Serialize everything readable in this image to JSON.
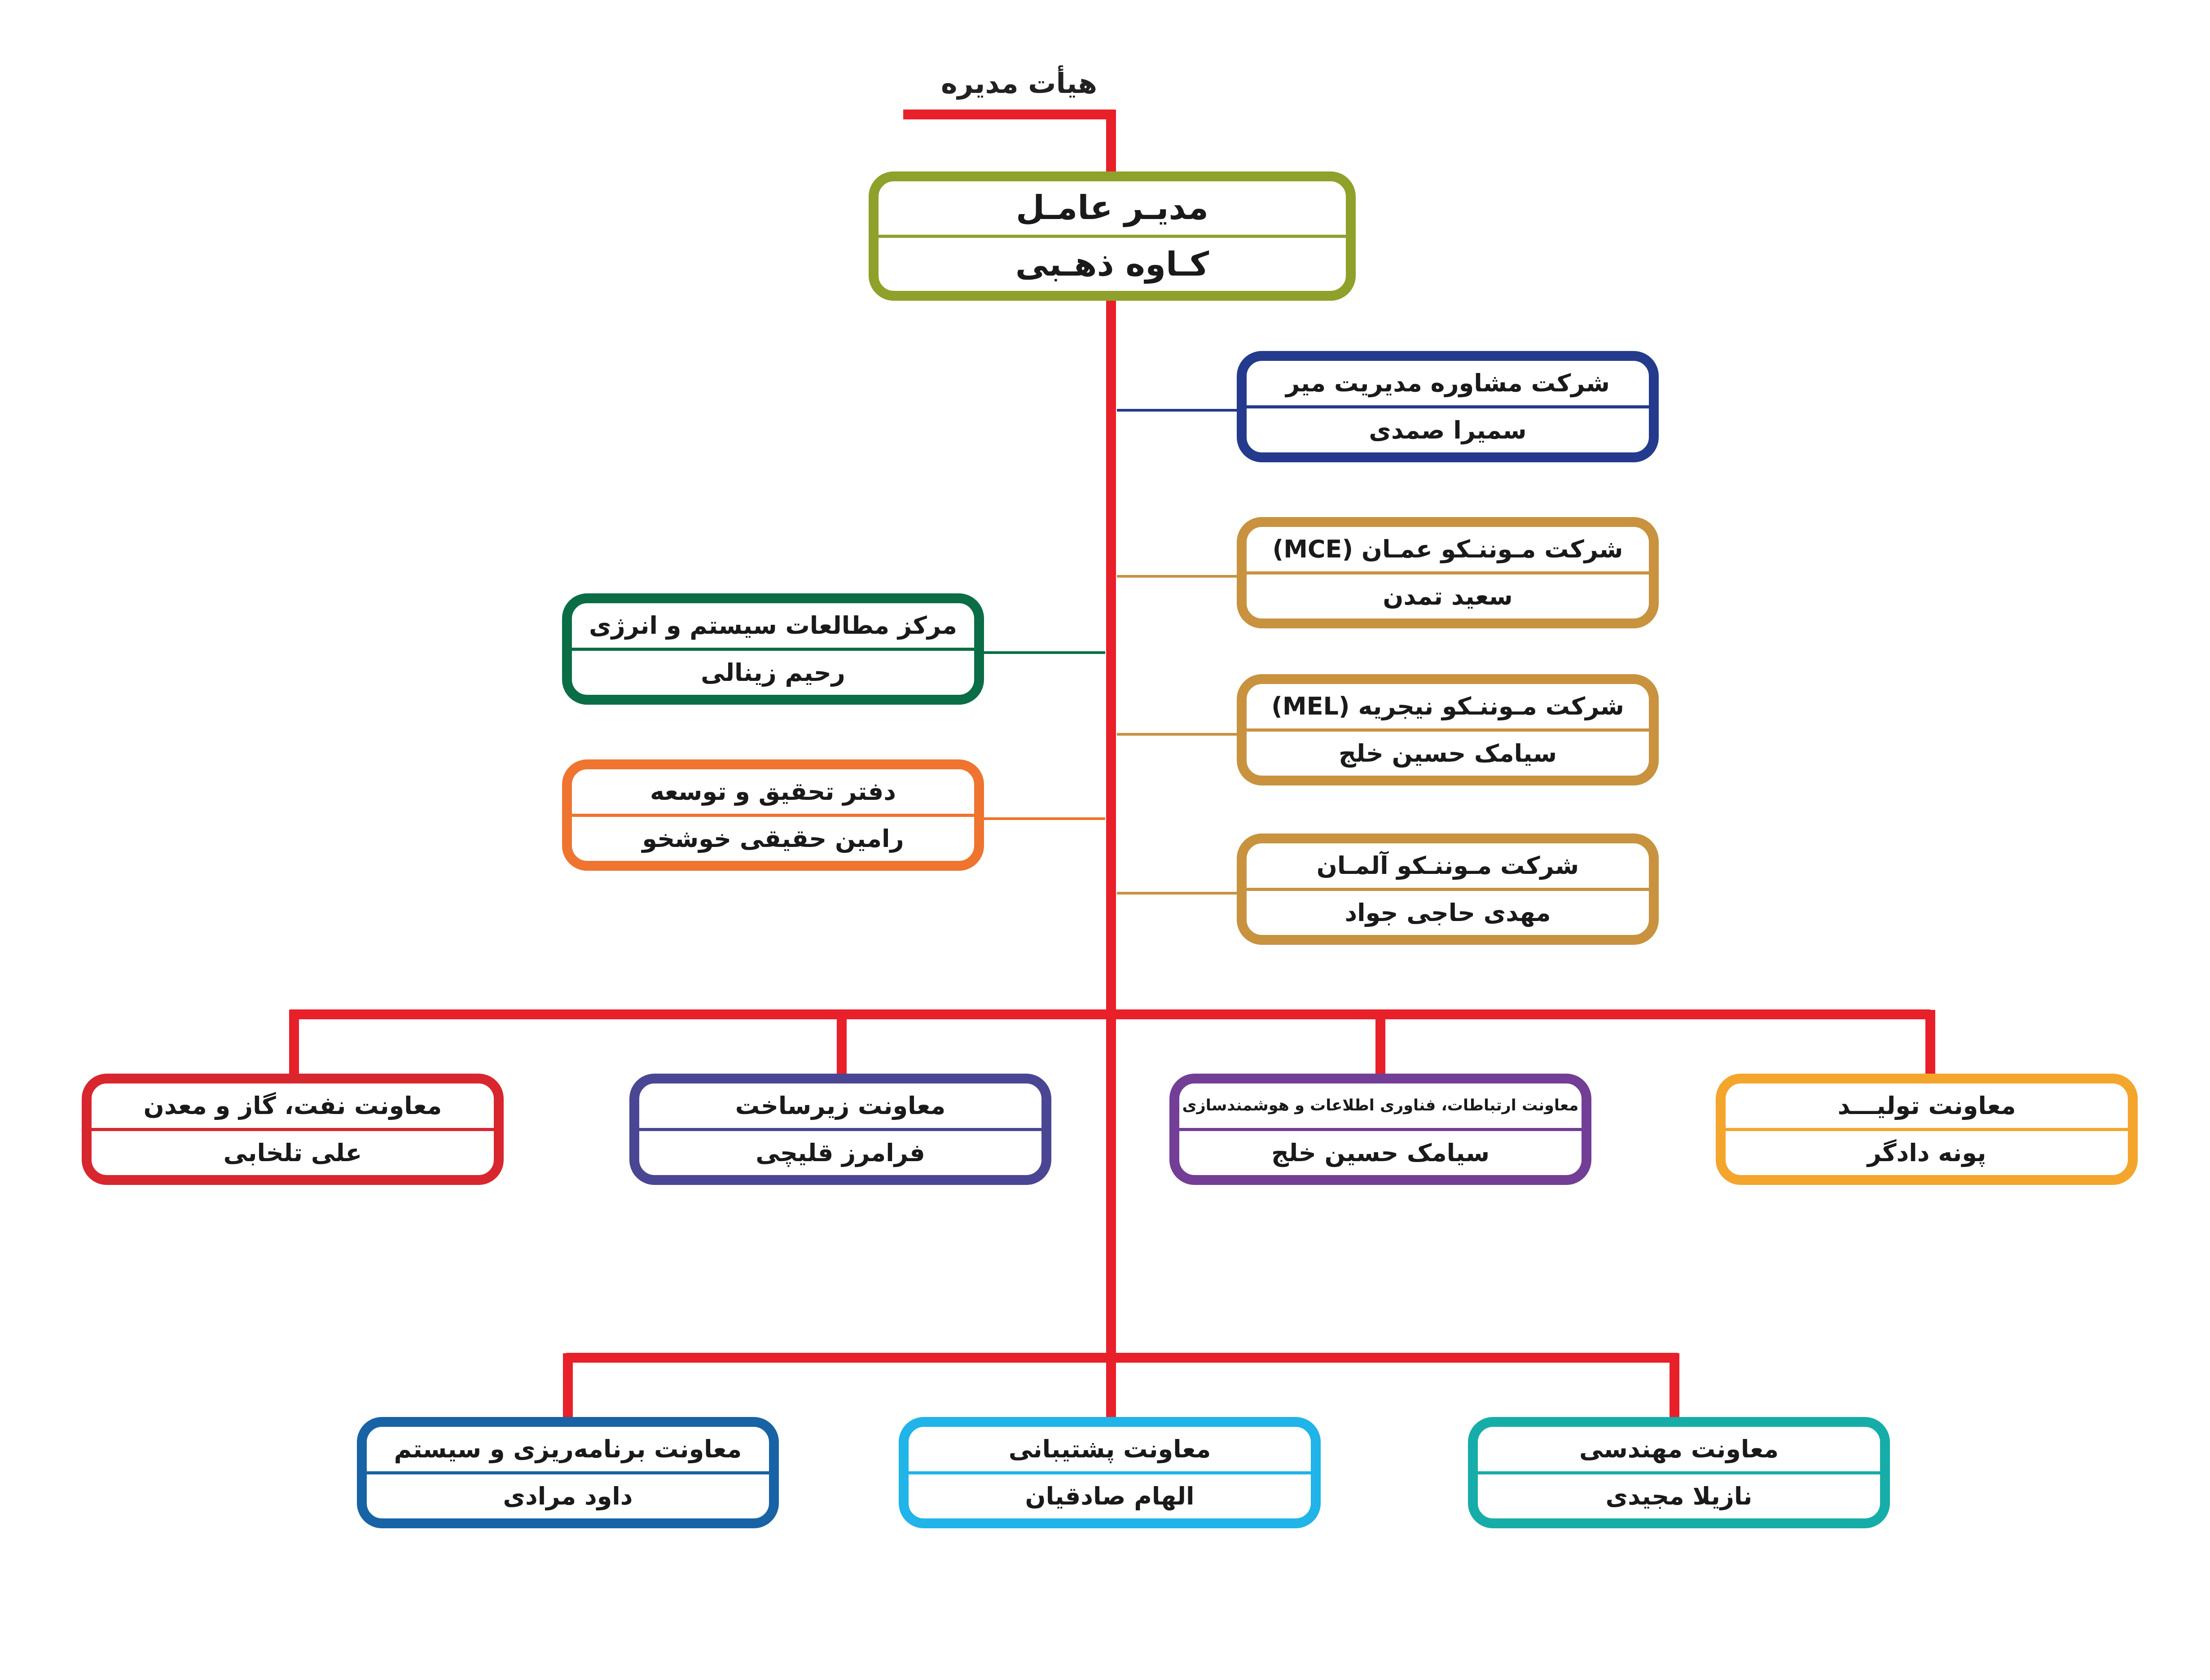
{
  "board": {
    "label": "هیأت مدیره"
  },
  "ceo": {
    "title": "مدیـر عامـل",
    "name": "کـاوه ذهـبی",
    "color": "#8fa02b"
  },
  "right_companies": [
    {
      "title": "شرکت مشاوره مدیریت میر",
      "name": "سمیرا صمدی",
      "color": "#243a8c"
    },
    {
      "title": "شرکت مـوننـکو عمـان (MCE)",
      "name": "سعید تمدن",
      "color": "#c8923f"
    },
    {
      "title": "شرکت مـوننـکو نیجریه (MEL)",
      "name": "سیامک حسین خلج",
      "color": "#c8923f"
    },
    {
      "title": "شرکت مـوننـکو آلمـان",
      "name": "مهدی حاجی جواد",
      "color": "#c8923f"
    }
  ],
  "left_units": [
    {
      "title": "مرکز مطالعات سیستم و انرژی",
      "name": "رحیم زینالی",
      "color": "#0b6d45"
    },
    {
      "title": "دفتر تحقیق و توسعه",
      "name": "رامین حقیقی خوشخو",
      "color": "#ee7430"
    }
  ],
  "deputies_row1": [
    {
      "title": "معاونت تولیـــد",
      "name": "پونه دادگر",
      "color": "#f4a52c"
    },
    {
      "title": "معاونت ارتباطات، فناوری اطلاعات و هوشمندسازی",
      "name": "سیامک حسین خلج",
      "color": "#733e96"
    },
    {
      "title": "معاونت زیرساخت",
      "name": "فرامرز قلیچی",
      "color": "#4b4693"
    },
    {
      "title": "معاونت نفت، گاز و معدن",
      "name": "علی تلخابی",
      "color": "#d8262f"
    }
  ],
  "deputies_row2": [
    {
      "title": "معاونت مهندسی",
      "name": "نازیلا مجیدی",
      "color": "#16ada9"
    },
    {
      "title": "معاونت پشتیبانی",
      "name": "الهام صادقیان",
      "color": "#20b4e8"
    },
    {
      "title": "معاونت برنامه‌ریزی و سیستم",
      "name": "داود مرادی",
      "color": "#1763a5"
    }
  ],
  "trunk_color": "#e8202a"
}
